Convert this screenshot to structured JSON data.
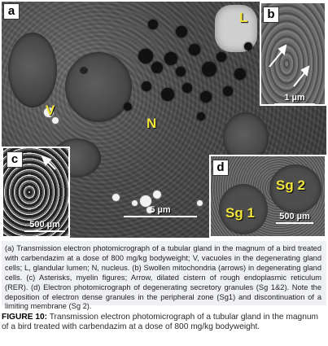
{
  "figure": {
    "panel_labels": {
      "a": "a",
      "b": "b",
      "c": "c",
      "d": "d"
    },
    "markers": {
      "L": "L",
      "V": "V",
      "N": "N",
      "sg1": "Sg 1",
      "sg2": "Sg 2"
    },
    "scale_bars": {
      "main": "5 µm",
      "b": "1 µm",
      "c": "500 µm",
      "d": "500 µm"
    }
  },
  "legend": {
    "text": "(a) Transmission electron photomicrograph of a tubular gland in the magnum of a bird treated with carbendazim at a dose of 800 mg/kg bodyweight;  V, vacuoles in the degenerating gland cells; L, glandular lumen; N, nucleus. (b) Swollen mitochondria (arrows) in degenerating gland cells. (c) Asterisks, myelin figures; Arrow, dilated cistern of rough endoplasmic reticulum (RER). (d) Electron photomicrograph of degenerating secretory granules (Sg 1&2). Note the deposition of electron dense granules in the peripheral zone (Sg1) and discontinuation of a limiting membrane (Sg 2)."
  },
  "caption": {
    "label": "FIGURE 10:",
    "text": " Transmission electron photomicrograph of a tubular gland in the magnum of a bird treated with carbendazim at a dose of 800 mg/kg bodyweight."
  }
}
